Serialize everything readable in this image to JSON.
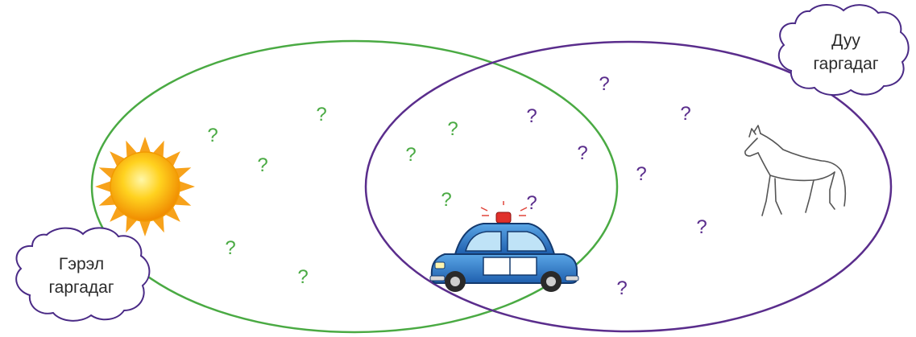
{
  "colors": {
    "left_set": "#4aaa43",
    "right_set": "#5a2d8c",
    "cloud_stroke": "#4a2a86",
    "cloud_fill": "#ffffff",
    "text": "#2b2b2b"
  },
  "left_cloud": {
    "line1": "Гэрэл",
    "line2": "гаргадаг"
  },
  "right_cloud": {
    "line1": "Дуу",
    "line2": "гаргадаг"
  },
  "question_mark": "?",
  "icons": [
    "sun-icon",
    "police-car-icon",
    "horse-icon"
  ]
}
